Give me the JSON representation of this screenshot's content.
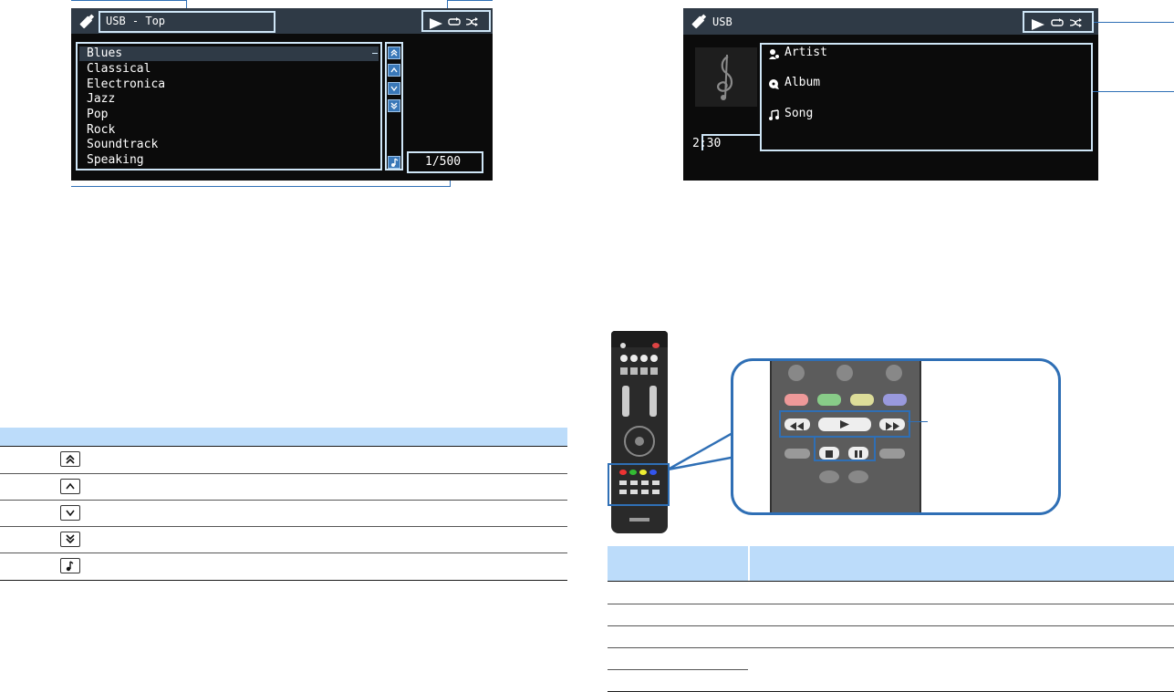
{
  "screen1": {
    "title": "USB - Top",
    "items": [
      "Blues",
      "Classical",
      "Electronica",
      "Jazz",
      "Pop",
      "Rock",
      "Soundtrack",
      "Speaking"
    ],
    "counter": "1/500",
    "status_icons": [
      "play-icon",
      "repeat-icon",
      "shuffle-icon"
    ]
  },
  "screen2": {
    "title": "USB",
    "artist": "Artist",
    "album": "Album",
    "song": "Song",
    "elapsed": "2:30",
    "status_icons": [
      "play-icon",
      "repeat-icon",
      "shuffle-icon"
    ]
  },
  "icon_table": {
    "rows": [
      {
        "icon": "page-up-icon"
      },
      {
        "icon": "cursor-up-icon"
      },
      {
        "icon": "cursor-down-icon"
      },
      {
        "icon": "page-down-icon"
      },
      {
        "icon": "now-playing-icon"
      }
    ]
  },
  "colors": {
    "screen_bg": "#0b0b0b",
    "header_bg": "#2f3a46",
    "callout_line": "#2f6fb5",
    "table_header": "#bcdcfa"
  }
}
